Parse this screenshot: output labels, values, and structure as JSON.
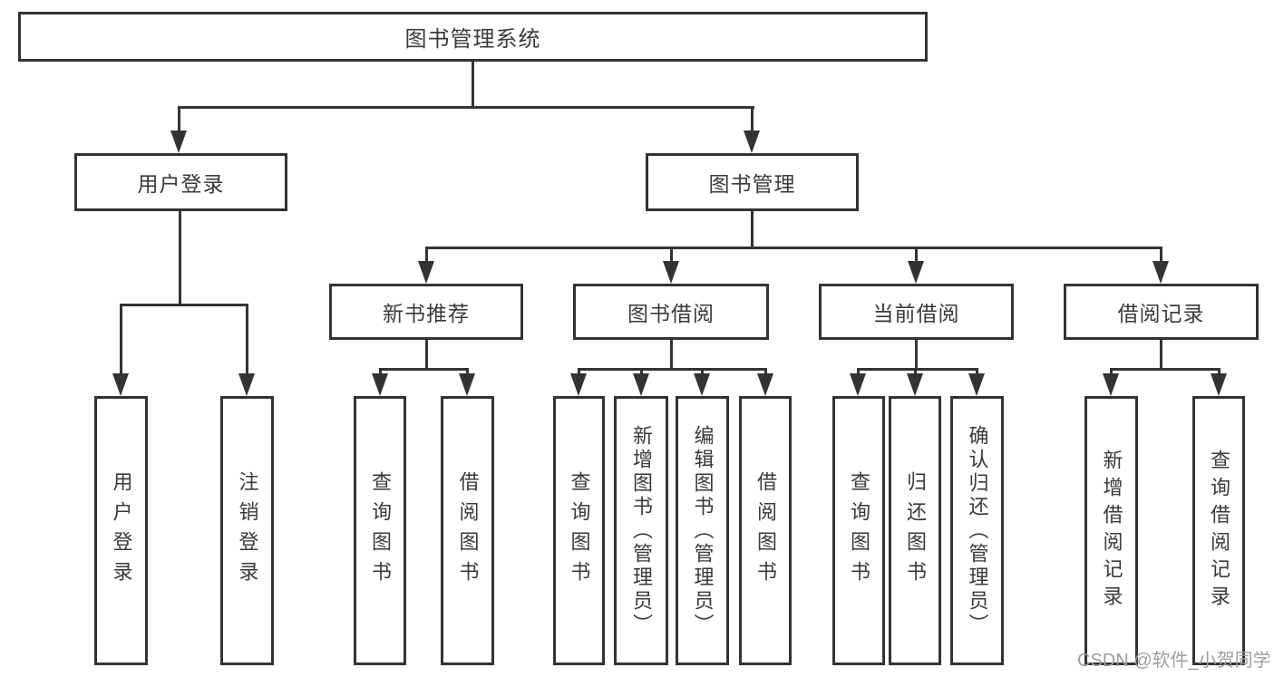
{
  "tree": {
    "label": "图书管理系统",
    "children": [
      {
        "label": "用户登录",
        "children": [
          {
            "label": "用户登录"
          },
          {
            "label": "注销登录"
          }
        ]
      },
      {
        "label": "图书管理",
        "children": [
          {
            "label": "新书推荐",
            "children": [
              {
                "label": "查询图书"
              },
              {
                "label": "借阅图书"
              }
            ]
          },
          {
            "label": "图书借阅",
            "children": [
              {
                "label": "查询图书"
              },
              {
                "label": "新增图书（管理员）"
              },
              {
                "label": "编辑图书（管理员）"
              },
              {
                "label": "借阅图书"
              }
            ]
          },
          {
            "label": "当前借阅",
            "children": [
              {
                "label": "查询图书"
              },
              {
                "label": "归还图书"
              },
              {
                "label": "确认归还（管理员）"
              }
            ]
          },
          {
            "label": "借阅记录",
            "children": [
              {
                "label": "新增借阅记录"
              },
              {
                "label": "查询借阅记录"
              }
            ]
          }
        ]
      }
    ]
  },
  "watermark": {
    "text": "CSDN @软件_小贺同学"
  },
  "colors": {
    "line": "#333333",
    "text": "#3a3a3a",
    "background": "#ffffff",
    "watermark": "#9e9e9e"
  }
}
